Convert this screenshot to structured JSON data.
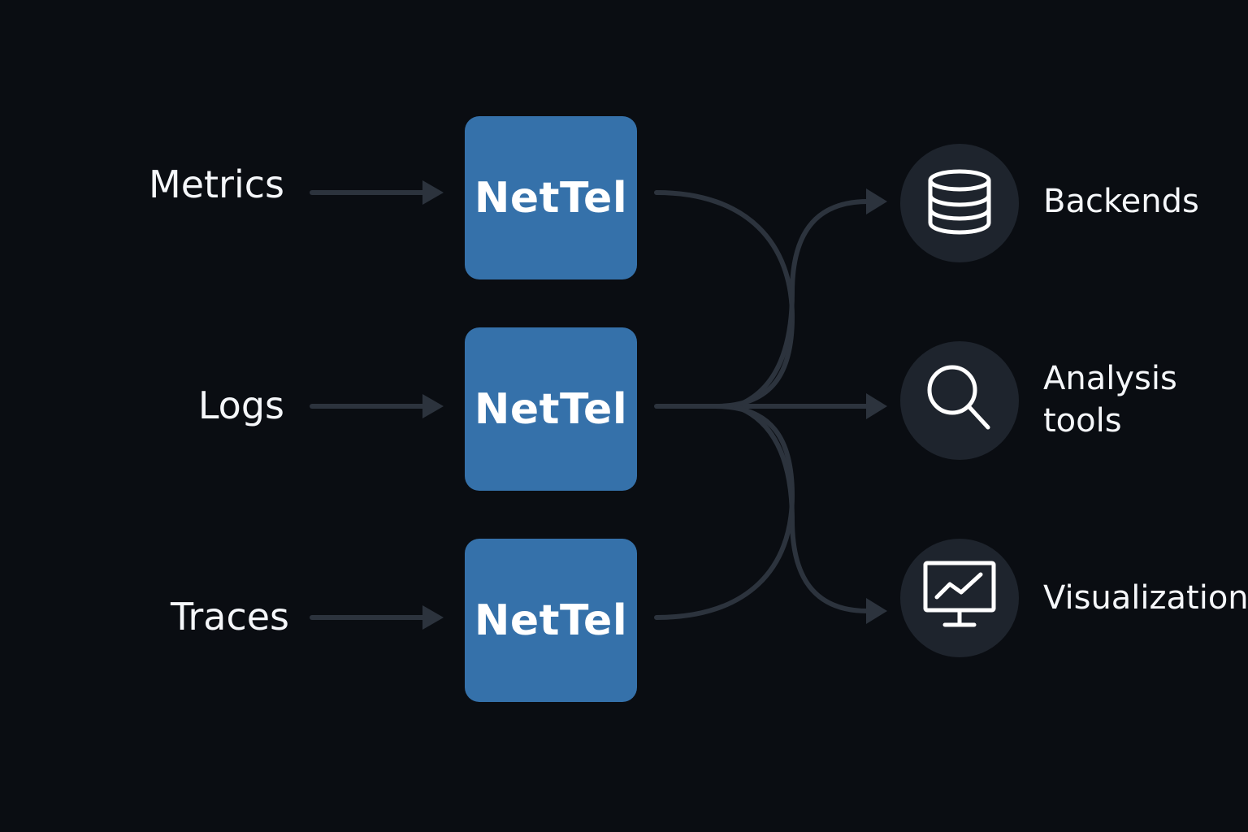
{
  "inputs": [
    {
      "label": "Metrics"
    },
    {
      "label": "Logs"
    },
    {
      "label": "Traces"
    }
  ],
  "collectors": [
    {
      "label": "NetTel"
    },
    {
      "label": "NetTel"
    },
    {
      "label": "NetTel"
    }
  ],
  "destinations": [
    {
      "label_lines": [
        "Backends"
      ],
      "icon": "database-icon"
    },
    {
      "label_lines": [
        "Analysis",
        "tools"
      ],
      "icon": "magnifier-icon"
    },
    {
      "label_lines": [
        "Visualization"
      ],
      "icon": "monitor-chart-icon"
    }
  ],
  "colors": {
    "background": "#0a0d12",
    "node_fill": "#3571aa",
    "connector": "#2c333d",
    "icon_circle": "#1e242d",
    "text": "#f5f7fa"
  }
}
